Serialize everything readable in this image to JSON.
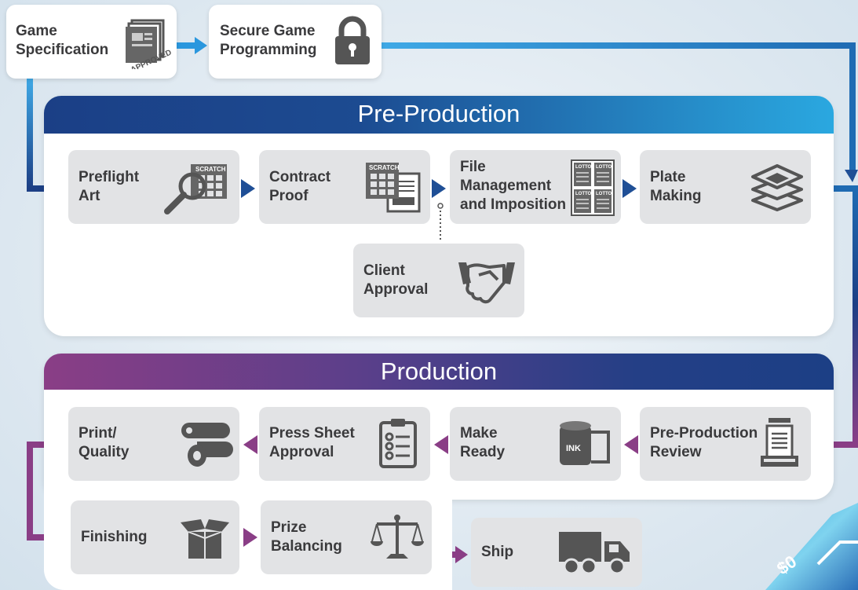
{
  "top": {
    "game_spec": "Game\nSpecification",
    "secure_prog": "Secure Game\nProgramming"
  },
  "pre_production": {
    "title": "Pre-Production",
    "steps": [
      {
        "label": "Preflight\nArt",
        "icon": "magnifier-scratch-icon"
      },
      {
        "label": "Contract\nProof",
        "icon": "scratch-ticket-icon"
      },
      {
        "label": "File\nManagement\nand Imposition",
        "icon": "lotto-sheet-icon"
      },
      {
        "label": "Plate\nMaking",
        "icon": "layers-icon"
      }
    ],
    "client_approval": {
      "label": "Client\nApproval",
      "icon": "handshake-icon"
    }
  },
  "production": {
    "title": "Production",
    "row1": [
      {
        "label": "Print/\nQuality",
        "icon": "paper-roll-icon"
      },
      {
        "label": "Press Sheet\nApproval",
        "icon": "clipboard-check-icon"
      },
      {
        "label": "Make\nReady",
        "icon": "ink-roller-icon"
      },
      {
        "label": "Pre-Production\nReview",
        "icon": "document-tray-icon"
      }
    ],
    "row2": [
      {
        "label": "Finishing",
        "icon": "box-icon"
      },
      {
        "label": "Prize\nBalancing",
        "icon": "scales-icon"
      }
    ],
    "ship": {
      "label": "Ship",
      "icon": "truck-icon"
    }
  },
  "approved_stamp": "APPROVED",
  "scratch_word": "SCRATCH",
  "lotto_word": "LOTTO",
  "ink_word": "INK",
  "ticket_text": "$0",
  "colors": {
    "pre_band_start": "#1b3f86",
    "pre_band_end": "#2aa8e0",
    "prod_band_start": "#8a3e86",
    "prod_band_end": "#243f86",
    "arrow_blue": "#1f4f96",
    "arrow_purple": "#8a3e86"
  }
}
